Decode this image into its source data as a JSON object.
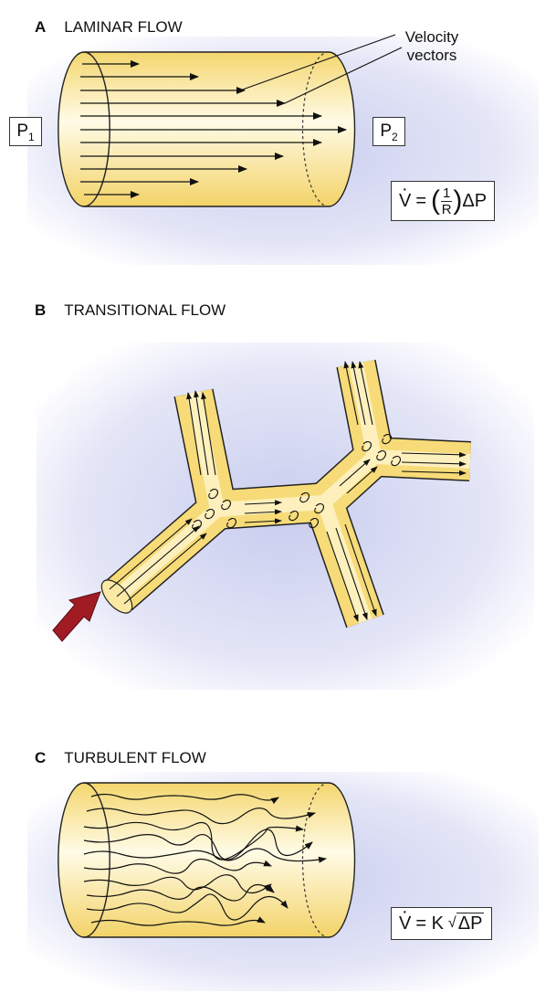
{
  "panels": {
    "a": {
      "letter": "A",
      "title": "LAMINAR FLOW",
      "annotation_line1": "Velocity",
      "annotation_line2": "vectors",
      "p1_base": "P",
      "p1_sub": "1",
      "p2_base": "P",
      "p2_sub": "2",
      "equation": {
        "lhs": "V",
        "eq": "=",
        "num": "1",
        "den": "R",
        "tail": "ΔP"
      }
    },
    "b": {
      "letter": "B",
      "title": "TRANSITIONAL FLOW"
    },
    "c": {
      "letter": "C",
      "title": "TURBULENT FLOW",
      "equation": {
        "lhs": "V",
        "eq": "= K",
        "radicand": "ΔP"
      }
    }
  },
  "colors": {
    "tube_light": "#fff7cf",
    "tube_mid": "#f7dd76",
    "tube_dark": "#e8c24a",
    "background_glow": "#d6daf2",
    "inflow_arrow": "#a01b24",
    "outline": "#222222"
  }
}
